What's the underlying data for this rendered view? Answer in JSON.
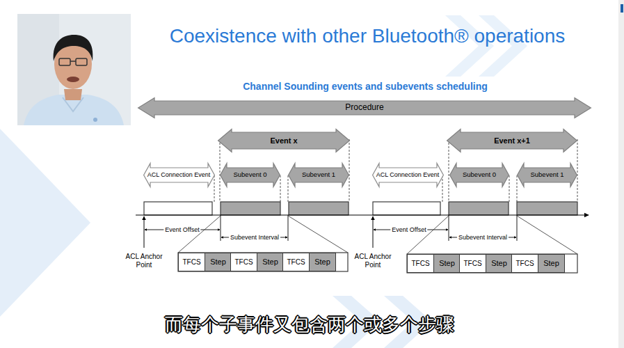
{
  "diagram": {
    "title": "Coexistence with other Bluetooth® operations",
    "caption": "而每个子事件又包含两个或多个步骤",
    "nodes": [
      {
        "text": [
          "Procedure"
        ]
      },
      {
        "text": [
          "Event x"
        ]
      },
      {
        "text": [
          "Event x+1"
        ]
      },
      {
        "text": [
          "ACL Connection Event"
        ]
      },
      {
        "text": [
          "Subevent 0"
        ]
      },
      {
        "text": [
          "Subevent 1"
        ]
      },
      {
        "text": [
          "ACL Connection Event"
        ]
      },
      {
        "text": [
          "Subevent 0"
        ]
      },
      {
        "text": [
          "Subevent 1"
        ]
      },
      {
        "text": [
          "TFCS"
        ]
      },
      {
        "text": [
          "Step"
        ]
      },
      {
        "text": [
          "TFCS"
        ]
      },
      {
        "text": [
          "Step"
        ]
      },
      {
        "text": [
          "TFCS"
        ]
      },
      {
        "text": [
          "Step"
        ]
      },
      {
        "text": [
          "TFCS"
        ]
      },
      {
        "text": [
          "Step"
        ]
      },
      {
        "text": [
          "TFCS"
        ]
      },
      {
        "text": [
          "Step"
        ]
      },
      {
        "text": [
          "TFCS"
        ]
      },
      {
        "text": [
          "Step"
        ]
      }
    ],
    "labels": [
      "Channel Sounding events and subevents scheduling",
      "Event Offset",
      "Subevent Interval",
      "ACL Anchor Point",
      "Event Offset",
      "Subevent Interval",
      "ACL Anchor Point"
    ]
  }
}
